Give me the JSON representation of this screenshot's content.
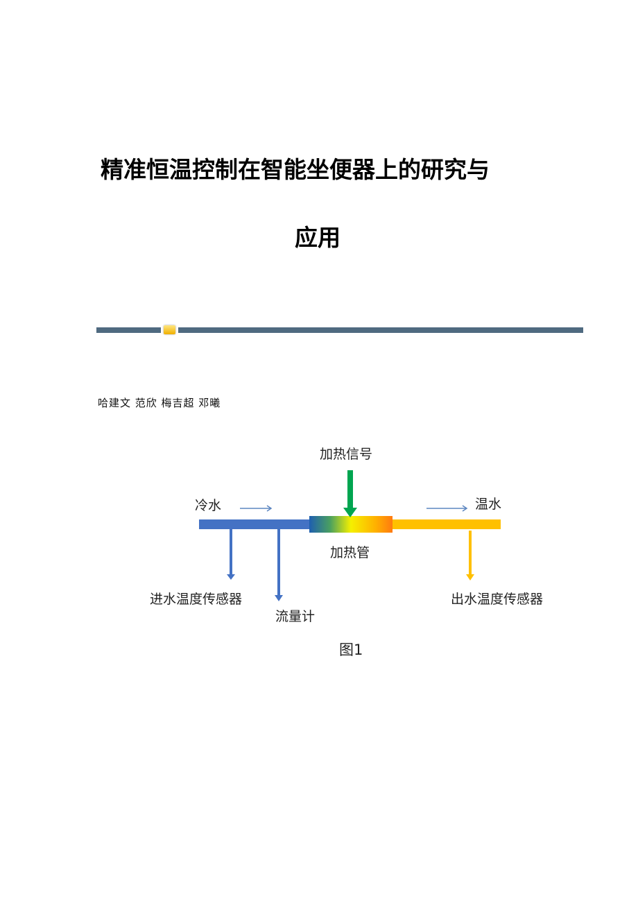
{
  "document": {
    "title_line1": "精准恒温控制在智能坐便器上的研究与",
    "title_line2": "应用",
    "authors": "哈建文 范欣 梅吉超 邓曦"
  },
  "figure": {
    "labels": {
      "heating_signal": "加热信号",
      "cold_water": "冷水",
      "warm_water": "温水",
      "heating_tube": "加热管",
      "inlet_temp_sensor": "进水温度传感器",
      "flow_meter": "流量计",
      "outlet_temp_sensor": "出水温度传感器"
    },
    "caption": "图1",
    "colors": {
      "cold": "#4472c4",
      "warm": "#ffc000",
      "signal": "#00a550",
      "divider": "#4f6a80"
    }
  }
}
